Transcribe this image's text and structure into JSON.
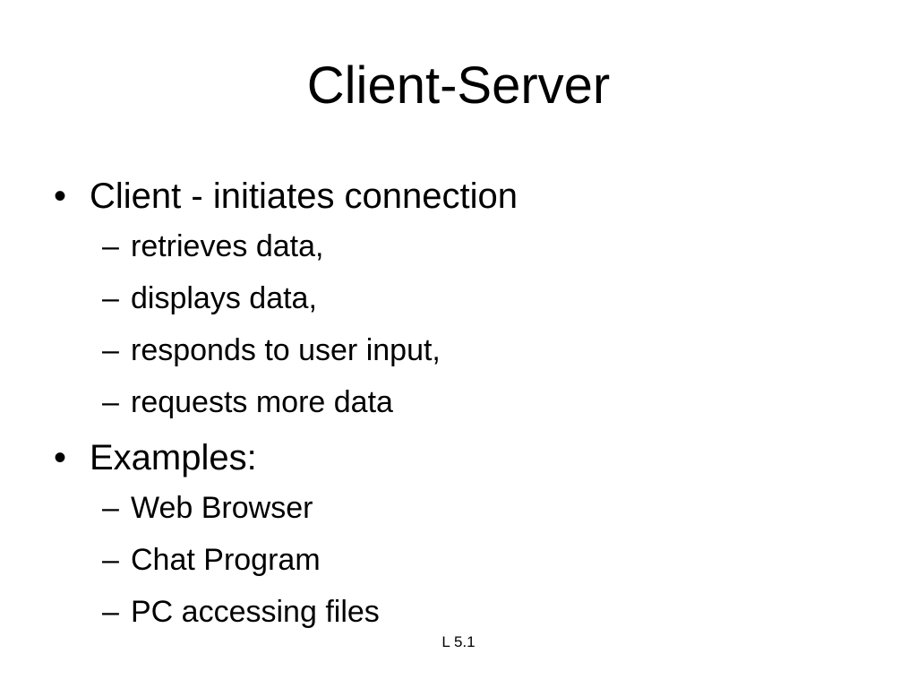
{
  "slide": {
    "title": "Client-Server",
    "bullets": [
      {
        "text": "Client - initiates connection",
        "subitems": [
          "retrieves data,",
          "displays data,",
          "responds to user input,",
          "requests more data"
        ]
      },
      {
        "text": "Examples:",
        "subitems": [
          "Web Browser",
          "Chat Program",
          "PC accessing files"
        ]
      }
    ],
    "footer": "L 5.1",
    "bullet_glyph": "•",
    "dash_glyph": "–"
  }
}
